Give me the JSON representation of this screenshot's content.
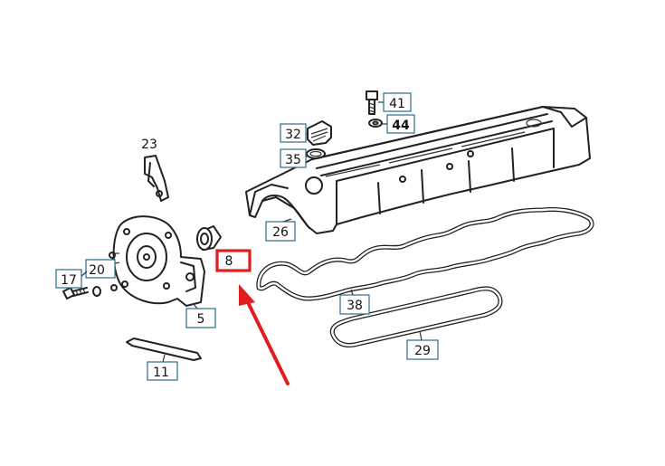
{
  "labels": {
    "p23": "23",
    "p32": "32",
    "p35": "35",
    "p41": "41",
    "p44": "44",
    "p26": "26",
    "p8": "8",
    "p17": "17",
    "p20": "20",
    "p5": "5",
    "p38": "38",
    "p29": "29",
    "p11": "11"
  },
  "highlighted_part": "8",
  "colors": {
    "highlight": "#e01e1e",
    "label_border": "#2a6a8a",
    "line": "#222222"
  }
}
